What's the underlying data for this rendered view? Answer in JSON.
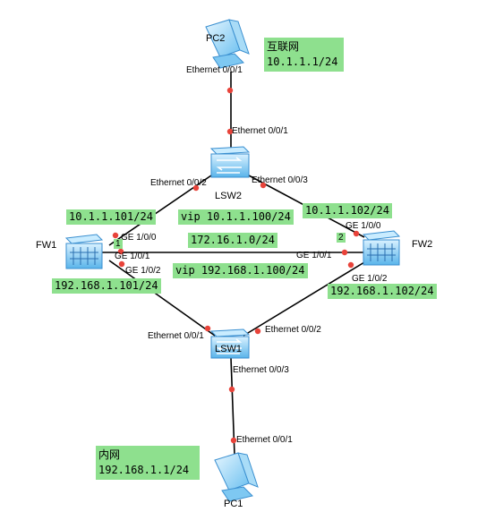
{
  "devices": {
    "pc2": "PC2",
    "lsw2": "LSW2",
    "fw1": "FW1",
    "fw2": "FW2",
    "lsw1": "LSW1",
    "pc1": "PC1"
  },
  "ports": {
    "pc2_e001": "Ethernet 0/0/1",
    "lsw2_e001": "Ethernet 0/0/1",
    "lsw2_e002": "Ethernet 0/0/2",
    "lsw2_e003": "Ethernet 0/0/3",
    "fw1_ge100": "GE 1/0/0",
    "fw1_ge101": "GE 1/0/1",
    "fw1_ge102": "GE 1/0/2",
    "fw2_ge100": "GE 1/0/0",
    "fw2_ge101": "GE 1/0/1",
    "fw2_ge102": "GE 1/0/2",
    "lsw1_e001": "Ethernet 0/0/1",
    "lsw1_e002": "Ethernet 0/0/2",
    "lsw1_e003": "Ethernet 0/0/3",
    "pc1_e001": "Ethernet 0/0/1"
  },
  "annotations": {
    "internet_name": "互联网",
    "internet_net": "10.1.1.1/24",
    "fw1_up_ip": "10.1.1.101/24",
    "vip_up": "vip 10.1.1.100/24",
    "fw2_up_ip": "10.1.1.102/24",
    "hb_net": "172.16.1.0/24",
    "vip_down": "vip 192.168.1.100/24",
    "fw1_down_ip": "192.168.1.101/24",
    "fw2_down_ip": "192.168.1.102/24",
    "intranet_name": "内网",
    "intranet_net": "192.168.1.1/24",
    "hb_fw1_num": "1",
    "hb_fw2_num": "2"
  },
  "colors": {
    "label_bg": "#8ee08e",
    "link": "#000000",
    "port_dot": "#e8433a",
    "device_blue": "#5ab4ea"
  }
}
